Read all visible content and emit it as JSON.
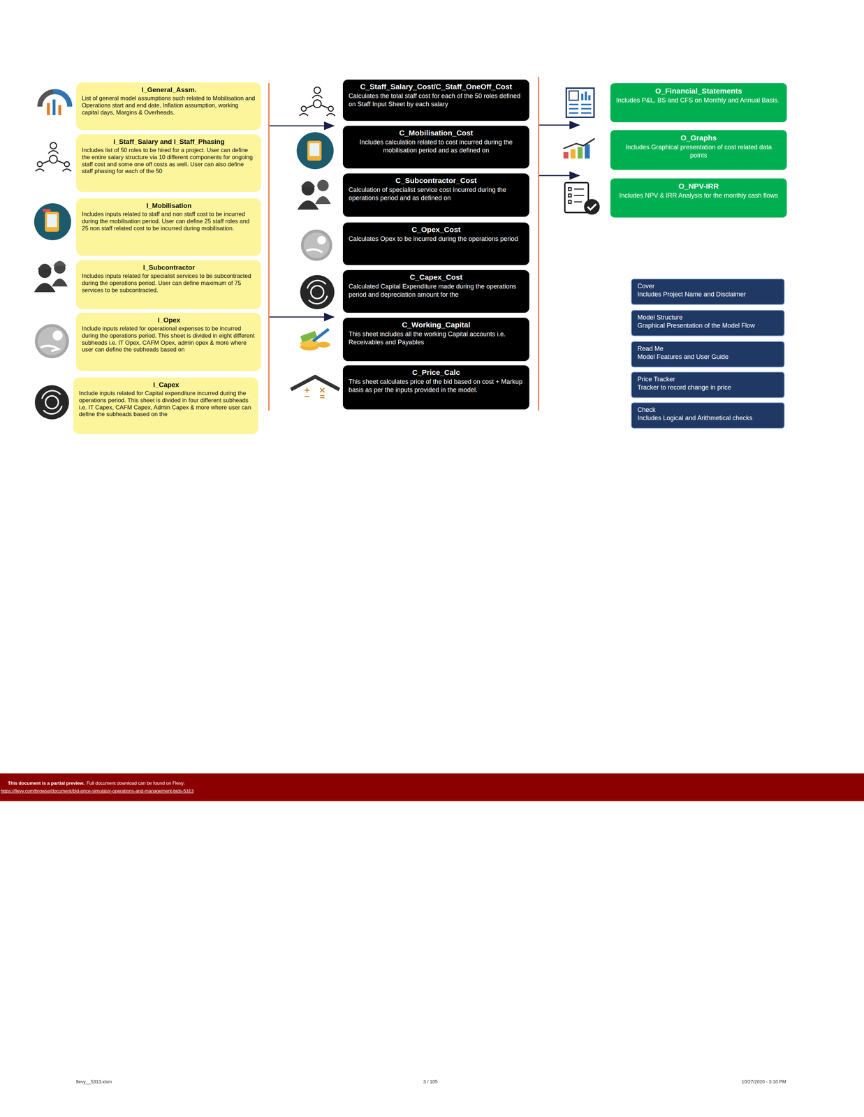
{
  "diagram": {
    "nodes": [
      {
        "text": [
          "I_General_Assm.",
          "List of general model assumptions such related to Mobilisation and Operations start and end date, Inflation assumption, working capital days, Margins & Overheads."
        ]
      },
      {
        "text": [
          "I_Staff_Salary and I_Staff_Phasing",
          "Includes list of 50 roles to be hired for a project. User can define the entire salary structure via 10 different components for ongoing staff cost and some one off costs as well. User can also define staff phasing for each of the 50"
        ]
      },
      {
        "text": [
          "I_Mobilisation",
          "Includes inputs related to staff and non staff cost to be incurred during the mobilisation period. User can define 25 staff roles and 25 non staff related cost to be incurred during mobilisation."
        ]
      },
      {
        "text": [
          "I_Subcontractor",
          "Includes inputs related for specialist services to be subcontracted during the operations period. User can define maximum of 75 services to be subcontracted."
        ]
      },
      {
        "text": [
          "I_Opex",
          "Include inputs related for operational expenses to be incurred during the operations period. This sheet is divided in eight different subheads i.e. IT Opex, CAFM Opex, admin opex & more where user can define the subheads based on"
        ]
      },
      {
        "text": [
          "I_Capex",
          "Include inputs related for Capital expenditure incurred during the operations period. This sheet is divided in four different subheads i.e. IT Capex, CAFM Capex, Admin Capex & more where user can define the subheads based on the"
        ]
      },
      {
        "text": [
          "C_Staff_Salary_Cost/C_Staff_OneOff_Cost",
          "Calculates the total staff cost for each of the 50 roles defined on Staff Input Sheet by each salary"
        ]
      },
      {
        "text": [
          "C_Mobilisation_Cost",
          "Includes calculation related to cost incurred during the mobilisation period and as defined on"
        ]
      },
      {
        "text": [
          "C_Subcontractor_Cost",
          "Calculation of specialist service cost incurred during the operations period and as defined on"
        ]
      },
      {
        "text": [
          "C_Opex_Cost",
          "Calculates Opex to be incurred during the operations period"
        ]
      },
      {
        "text": [
          "C_Capex_Cost",
          "Calculated Capital Expenditure made during the operations period and depreciation amount for the"
        ]
      },
      {
        "text": [
          "C_Working_Capital",
          "This sheet includes all the working Capital accounts i.e. Receivables and Payables"
        ]
      },
      {
        "text": [
          "C_Price_Calc",
          "This sheet calculates price of the bid based on cost + Markup basis as per the inputs provided in the model."
        ]
      },
      {
        "text": [
          "O_Financial_Statements",
          "Includes P&L, BS and CFS on Monthly and Annual Basis."
        ]
      },
      {
        "text": [
          "O_Graphs",
          "Includes Graphical presentation of cost related data points"
        ]
      },
      {
        "text": [
          "O_NPV-IRR",
          "Includes NPV & IRR Analysis for the monthly cash flows"
        ]
      },
      {
        "text": [
          "Cover",
          "Includes Project Name and Disclaimer"
        ]
      },
      {
        "text": [
          "Model Structure",
          "Graphical Presentation of the Model Flow"
        ]
      },
      {
        "text": [
          "Read Me",
          "Model Features and User Guide"
        ]
      },
      {
        "text": [
          "Price Tracker",
          "Tracker to record change in price"
        ]
      },
      {
        "text": [
          "Check",
          "Includes Logical and Arithmetical checks"
        ]
      }
    ],
    "labels": [
      "This document is a partial preview.",
      "Full document download can be found on Flevy:",
      "https://flevy.com/browse/document/bid-price-simulator-operations-and-management-bids-5313",
      "flevy__5313.xlsm",
      "3 / 105",
      "10/27/2020 - 3:10 PM"
    ]
  }
}
